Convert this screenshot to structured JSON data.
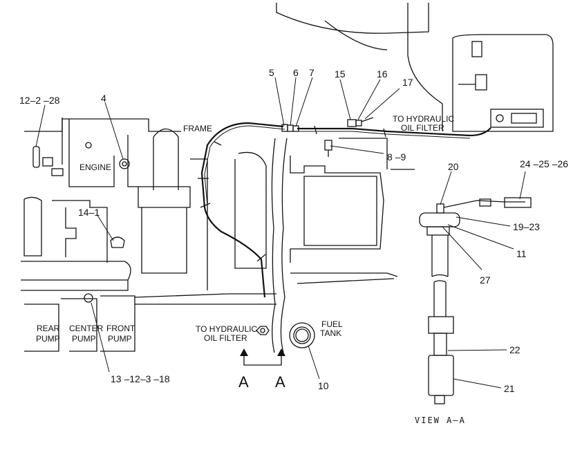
{
  "callouts": {
    "c_12_2_28": "12–2 –28",
    "c_4": "4",
    "c_14_1": "14–1",
    "c_5": "5",
    "c_6": "6",
    "c_7": "7",
    "c_15": "15",
    "c_16": "16",
    "c_17": "17",
    "c_8_9": "8 –9",
    "c_20": "20",
    "c_24_25_26": "24 –25 –26",
    "c_19_23": "19–23",
    "c_11": "11",
    "c_27": "27",
    "c_22": "22",
    "c_21": "21",
    "c_10": "10",
    "c_13_12_3_18": "13 –12–3 –18"
  },
  "labels": {
    "frame": "FRAME",
    "engine": "ENGINE",
    "to_hydraulic_top_1": "TO HYDRAULIC",
    "to_hydraulic_top_2": "OIL FILTER",
    "to_hydraulic_bottom_1": "TO HYDRAULIC",
    "to_hydraulic_bottom_2": "OIL FILTER",
    "fuel_tank_1": "FUEL",
    "fuel_tank_2": "TANK",
    "rear_pump_1": "REAR",
    "rear_pump_2": "PUMP",
    "center_pump_1": "CENTER",
    "center_pump_2": "PUMP",
    "front_pump_1": "FRONT",
    "front_pump_2": "PUMP",
    "section_a_left": "A",
    "section_a_right": "A",
    "view_caption": "VIEW  A–A"
  }
}
